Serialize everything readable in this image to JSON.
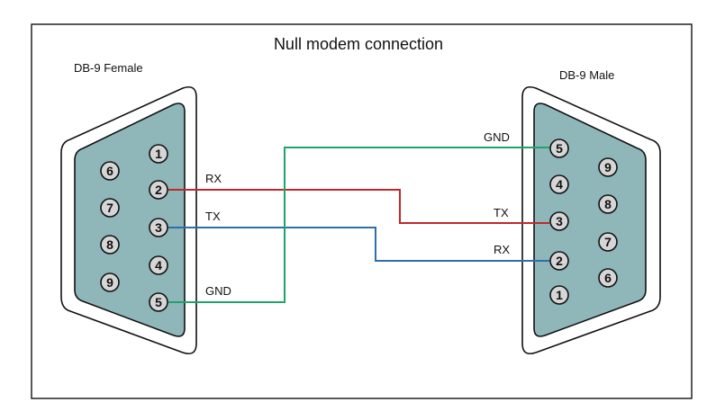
{
  "diagram": {
    "title": "Null modem connection",
    "left_connector": {
      "label": "DB-9 Female",
      "pins": [
        "1",
        "2",
        "3",
        "4",
        "5",
        "6",
        "7",
        "8",
        "9"
      ]
    },
    "right_connector": {
      "label": "DB-9 Male",
      "pins": [
        "5",
        "4",
        "3",
        "2",
        "1",
        "9",
        "8",
        "7",
        "6"
      ]
    },
    "connections": [
      {
        "from_pin": "2",
        "to_pin": "3",
        "from_label": "RX",
        "to_label": "TX",
        "color": "#c0282d"
      },
      {
        "from_pin": "3",
        "to_pin": "2",
        "from_label": "TX",
        "to_label": "RX",
        "color": "#2f6ea8"
      },
      {
        "from_pin": "5",
        "to_pin": "5",
        "from_label": "GND",
        "to_label": "GND",
        "color": "#1fa36b"
      }
    ],
    "colors": {
      "connector_fill": "#8fb6b9",
      "pin_fill": "#d6d6d6",
      "outline": "#111111"
    }
  }
}
